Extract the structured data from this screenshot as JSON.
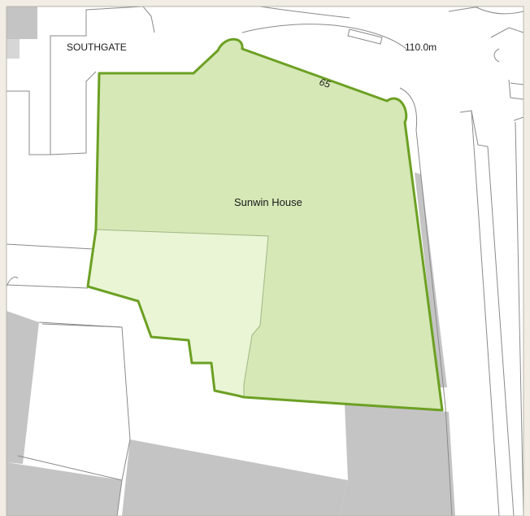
{
  "map": {
    "street_name": "SOUTHGATE",
    "elevation_label": "110.0m",
    "building_label": "Sunwin House",
    "boundary_label": "65"
  },
  "colors": {
    "frame": "#f1ede4",
    "background": "#ffffff",
    "building_grey": "#c4c4c4",
    "site_fill": "#d6e8b6",
    "site_fill_light": "#e9f5d4",
    "boundary_stroke": "#6ca023",
    "line_work": "#8a8a8a"
  }
}
